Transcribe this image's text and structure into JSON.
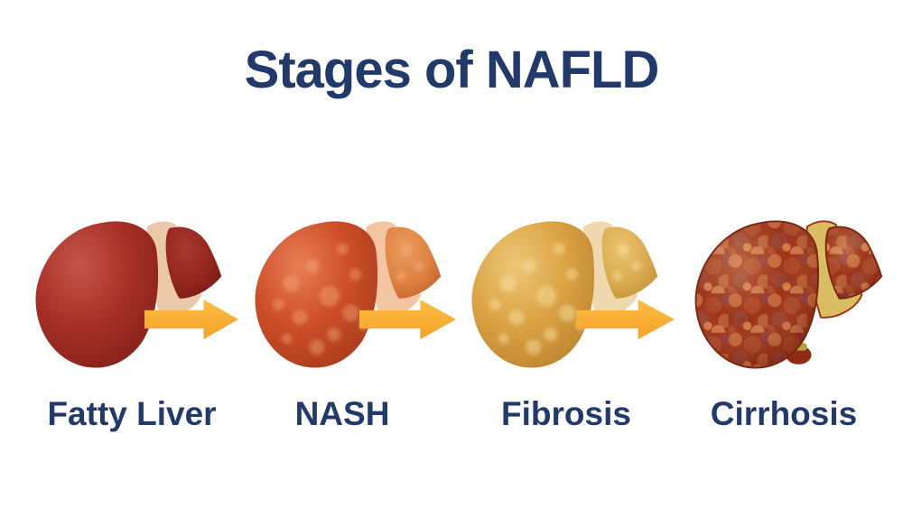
{
  "title": "Stages of NAFLD",
  "colors": {
    "heading": "#213A6B",
    "label": "#213A6B",
    "arrow": "#F8AF35",
    "background": "#FFFFFF",
    "fatty_liver": "#A93128",
    "nash_liver": "#CE4F28",
    "fibrosis_liver": "#DCA445",
    "cirrhosis_liver": "#9C3318"
  },
  "stages": [
    {
      "label": "Fatty Liver"
    },
    {
      "label": "NASH"
    },
    {
      "label": "Fibrosis"
    },
    {
      "label": "Cirrhosis"
    }
  ],
  "arrow_icon": "right-arrow"
}
